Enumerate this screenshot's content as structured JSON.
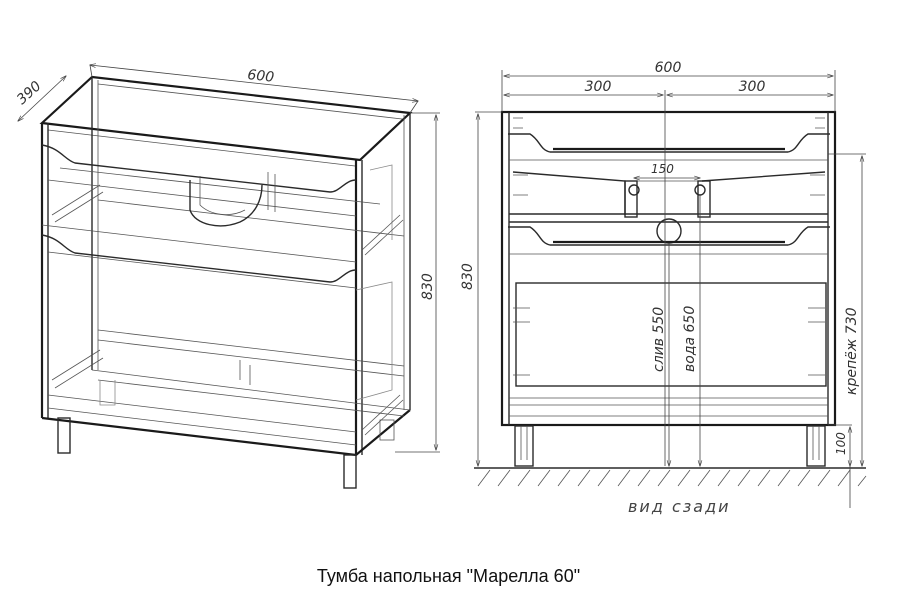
{
  "caption": "Тумба напольная \"Марелла 60\"",
  "iso_view": {
    "dim_width": "600",
    "dim_depth": "390",
    "dim_height": "830"
  },
  "rear_view": {
    "dim_total_width": "600",
    "dim_half_left": "300",
    "dim_half_right": "300",
    "dim_mount_spacing": "150",
    "dim_height": "830",
    "dim_drain": "слив 550",
    "dim_water": "вода 650",
    "dim_mount": "крепёж 730",
    "dim_legs": "100",
    "view_label": "вид сзади"
  }
}
